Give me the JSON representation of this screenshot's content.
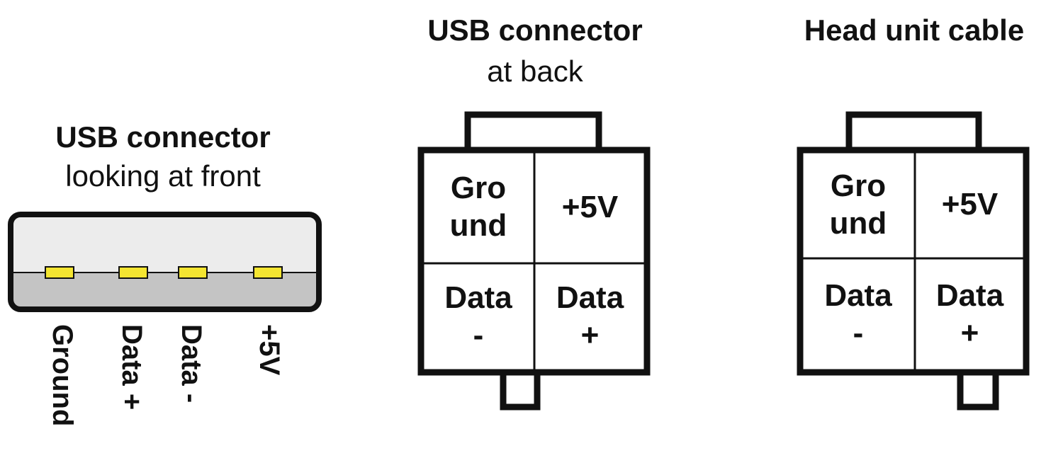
{
  "front": {
    "title": "USB connector",
    "subtitle": "looking at front",
    "pins": [
      "Ground",
      "Data +",
      "Data -",
      "+5V"
    ]
  },
  "back": {
    "title": "USB connector",
    "subtitle": "at back",
    "cells": {
      "top_left": [
        "Gro",
        "und"
      ],
      "top_right": [
        "+5V"
      ],
      "bottom_left": [
        "Data",
        "-"
      ],
      "bottom_right": [
        "Data",
        "+"
      ]
    }
  },
  "head": {
    "title": "Head unit cable",
    "cells": {
      "top_left": [
        "Gro",
        "und"
      ],
      "top_right": [
        "+5V"
      ],
      "bottom_left": [
        "Data",
        "-"
      ],
      "bottom_right": [
        "Data",
        "+"
      ]
    }
  },
  "colors": {
    "outline": "#111111",
    "plug_top": "#ececec",
    "plug_bottom": "#c4c4c4",
    "pin_fill": "#f4e531"
  }
}
